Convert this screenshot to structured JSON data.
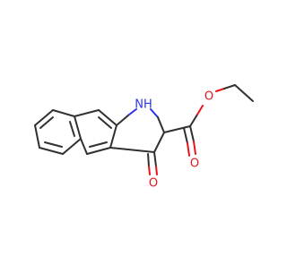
{
  "molecule": {
    "atom_labels": {
      "nh": "NH",
      "keto_oxygen": "O",
      "ester_carbonyl_oxygen": "O",
      "ester_ether_oxygen": "O"
    },
    "colors": {
      "bond": "#303030",
      "nitrogen": "#2b34ea",
      "oxygen": "#e8141b",
      "background": "#ffffff"
    }
  }
}
